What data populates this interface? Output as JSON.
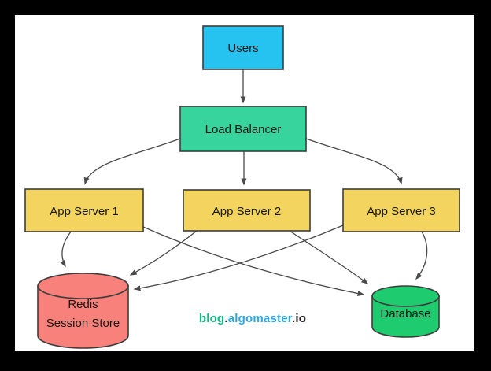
{
  "colors": {
    "frame": "#000000",
    "surface": "#ffffff",
    "edge": "#4a4a4a",
    "border": "#3d3d3d",
    "text": "#161616"
  },
  "nodes": {
    "users": {
      "label": "Users",
      "fill": "#27c3f0"
    },
    "load_balancer": {
      "label": "Load Balancer",
      "fill": "#38d49e"
    },
    "app_server_1": {
      "label": "App Server 1",
      "fill": "#f2d45f"
    },
    "app_server_2": {
      "label": "App Server 2",
      "fill": "#f2d45f"
    },
    "app_server_3": {
      "label": "App Server 3",
      "fill": "#f2d45f"
    },
    "redis_session_store": {
      "label_line1": "Redis",
      "label_line2": "Session Store",
      "fill": "#f8827b"
    },
    "database": {
      "label": "Database",
      "fill": "#1fcb6f"
    }
  },
  "edges": [
    {
      "from": "Users",
      "to": "Load Balancer"
    },
    {
      "from": "Load Balancer",
      "to": "App Server 1"
    },
    {
      "from": "Load Balancer",
      "to": "App Server 2"
    },
    {
      "from": "Load Balancer",
      "to": "App Server 3"
    },
    {
      "from": "App Server 1",
      "to": "Redis Session Store"
    },
    {
      "from": "App Server 1",
      "to": "Database"
    },
    {
      "from": "App Server 2",
      "to": "Redis Session Store"
    },
    {
      "from": "App Server 2",
      "to": "Database"
    },
    {
      "from": "App Server 3",
      "to": "Redis Session Store"
    },
    {
      "from": "App Server 3",
      "to": "Database"
    }
  ],
  "watermark": {
    "blog": "blog",
    "dot": ".",
    "algomaster": "algomaster",
    "io": ".io",
    "blog_color": "#10b981",
    "algomaster_color": "#2aa9e2",
    "dark_color": "#212121"
  }
}
